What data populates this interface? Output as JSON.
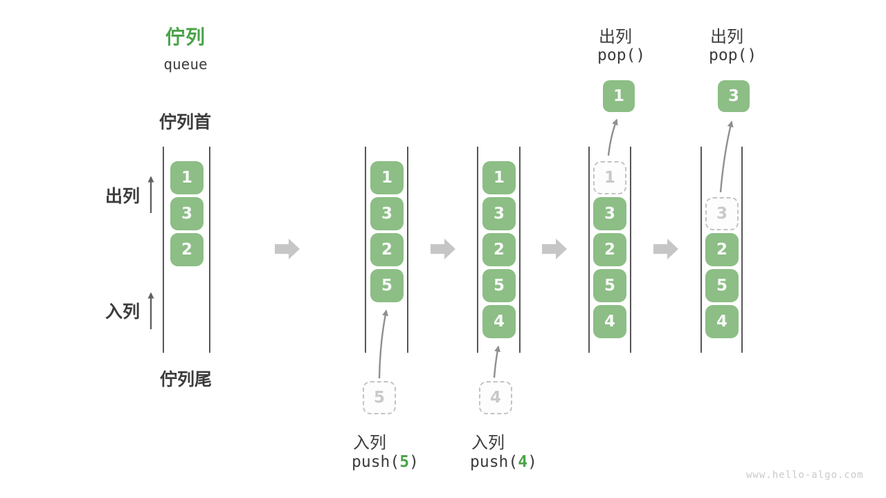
{
  "header": {
    "title_zh": "佇列",
    "title_en": "queue"
  },
  "side_labels": {
    "queue_front": "佇列首",
    "queue_tail": "佇列尾",
    "dequeue_direction": "出列",
    "enqueue_direction": "入列"
  },
  "colors": {
    "box_green": "#8cbe85",
    "accent_green": "#4aa34a",
    "text_dark": "#3c3c3c",
    "ghost_gray": "#c9c9c9"
  },
  "states": [
    {
      "name": "initial",
      "cells": [
        "1",
        "3",
        "2"
      ]
    },
    {
      "name": "after_push_5",
      "cells": [
        "1",
        "3",
        "2",
        "5"
      ],
      "ghost": "5",
      "op": {
        "label": "入列",
        "code_prefix": "push(",
        "arg": "5",
        "code_suffix": ")"
      }
    },
    {
      "name": "after_push_4",
      "cells": [
        "1",
        "3",
        "2",
        "5",
        "4"
      ],
      "ghost": "4",
      "op": {
        "label": "入列",
        "code_prefix": "push(",
        "arg": "4",
        "code_suffix": ")"
      }
    },
    {
      "name": "pop_first",
      "ghost": "1",
      "cells": [
        "3",
        "2",
        "5",
        "4"
      ],
      "popped": "1",
      "op": {
        "label": "出列",
        "code": "pop()"
      }
    },
    {
      "name": "pop_second",
      "ghost": "3",
      "cells": [
        "2",
        "5",
        "4"
      ],
      "popped": "3",
      "op": {
        "label": "出列",
        "code": "pop()"
      }
    }
  ],
  "watermark": "www.hello-algo.com"
}
